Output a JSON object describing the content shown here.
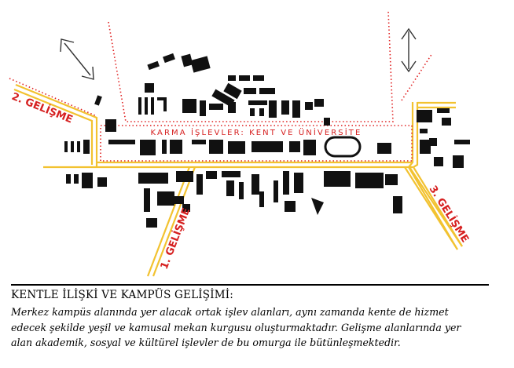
{
  "diagram": {
    "zone_label": "KARMA İŞLEVLER: KENT VE ÜNİVERSİTE",
    "growth_labels": {
      "left": "2. GELİŞME",
      "bottom": "1. GELİŞME",
      "right": "3. GELİŞME"
    },
    "colors": {
      "road": "#f2c230",
      "boundary": "#e02020",
      "label": "#d62020",
      "building": "#111111"
    },
    "icons": [
      "double-arrow-icon",
      "double-arrow-icon"
    ]
  },
  "caption": {
    "title": "KENTLE İLİŞKİ VE KAMPÜS GELİŞİMİ:",
    "lines": [
      "Merkez kampüs alanında yer alacak ortak işlev alanları, aynı zamanda kente de hizmet",
      "edecek şekilde yeşil ve kamusal mekan kurgusu oluşturmaktadır. Gelişme alanlarında yer",
      "alan akademik, sosyal ve kültürel işlevler de bu omurga ile bütünleşmektedir."
    ]
  }
}
